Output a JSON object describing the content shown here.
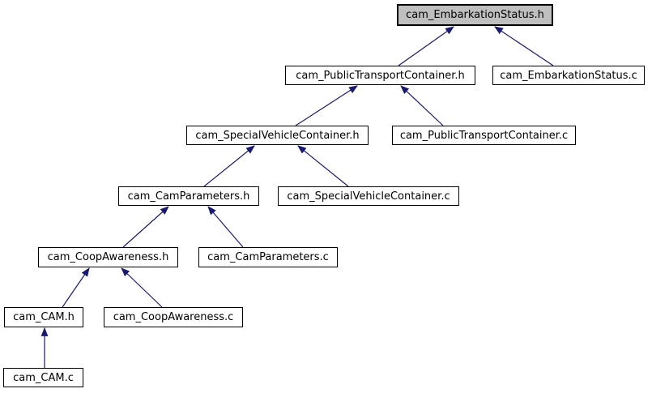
{
  "diagram": {
    "type": "dependency-graph",
    "direction": "children-point-to-parents"
  },
  "nodes": [
    {
      "label": "cam_EmbarkationStatus.h",
      "current": true
    },
    {
      "label": "cam_PublicTransportContainer.h",
      "current": false
    },
    {
      "label": "cam_EmbarkationStatus.c",
      "current": false
    },
    {
      "label": "cam_SpecialVehicleContainer.h",
      "current": false
    },
    {
      "label": "cam_PublicTransportContainer.c",
      "current": false
    },
    {
      "label": "cam_CamParameters.h",
      "current": false
    },
    {
      "label": "cam_SpecialVehicleContainer.c",
      "current": false
    },
    {
      "label": "cam_CoopAwareness.h",
      "current": false
    },
    {
      "label": "cam_CamParameters.c",
      "current": false
    },
    {
      "label": "cam_CAM.h",
      "current": false
    },
    {
      "label": "cam_CoopAwareness.c",
      "current": false
    },
    {
      "label": "cam_CAM.c",
      "current": false
    }
  ],
  "edges": [
    {
      "from": "cam_PublicTransportContainer.h",
      "to": "cam_EmbarkationStatus.h"
    },
    {
      "from": "cam_EmbarkationStatus.c",
      "to": "cam_EmbarkationStatus.h"
    },
    {
      "from": "cam_SpecialVehicleContainer.h",
      "to": "cam_PublicTransportContainer.h"
    },
    {
      "from": "cam_PublicTransportContainer.c",
      "to": "cam_PublicTransportContainer.h"
    },
    {
      "from": "cam_CamParameters.h",
      "to": "cam_SpecialVehicleContainer.h"
    },
    {
      "from": "cam_SpecialVehicleContainer.c",
      "to": "cam_SpecialVehicleContainer.h"
    },
    {
      "from": "cam_CoopAwareness.h",
      "to": "cam_CamParameters.h"
    },
    {
      "from": "cam_CamParameters.c",
      "to": "cam_CamParameters.h"
    },
    {
      "from": "cam_CAM.h",
      "to": "cam_CoopAwareness.h"
    },
    {
      "from": "cam_CoopAwareness.c",
      "to": "cam_CoopAwareness.h"
    },
    {
      "from": "cam_CAM.c",
      "to": "cam_CAM.h"
    }
  ],
  "colors": {
    "edge": "#191970",
    "node_fill": "#ffffff",
    "node_border": "#000000",
    "current_fill": "#bfbfbf",
    "text": "#000000"
  }
}
